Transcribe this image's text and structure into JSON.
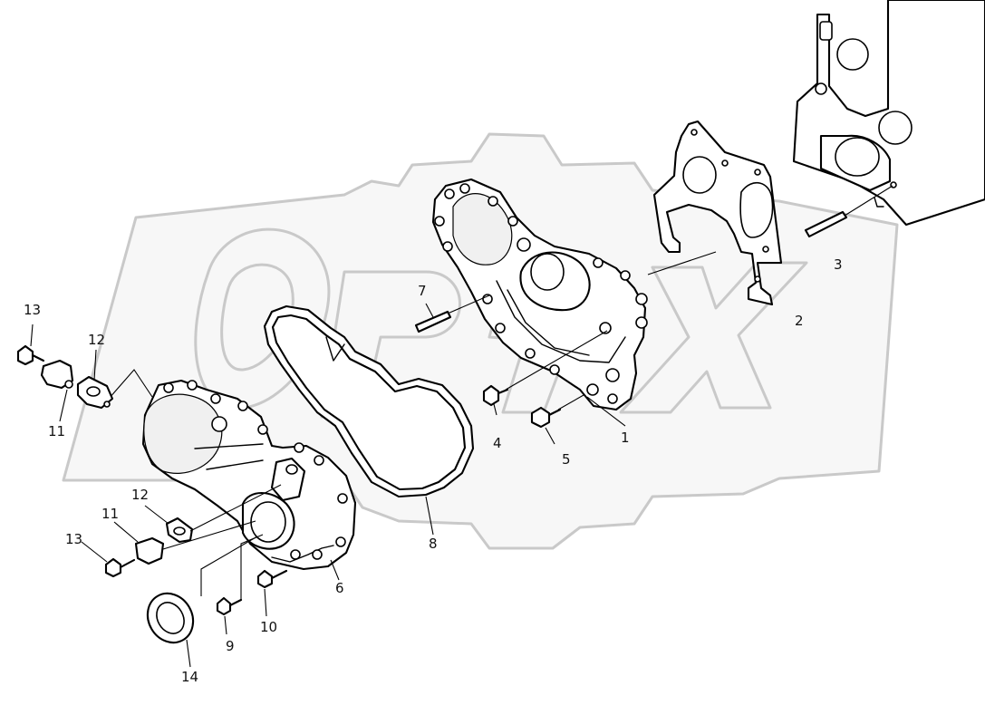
{
  "diagram": {
    "callouts": [
      {
        "id": "c1",
        "text": "1"
      },
      {
        "id": "c2",
        "text": "2"
      },
      {
        "id": "c3",
        "text": "3"
      },
      {
        "id": "c4",
        "text": "4"
      },
      {
        "id": "c5",
        "text": "5"
      },
      {
        "id": "c6",
        "text": "6"
      },
      {
        "id": "c7",
        "text": "7"
      },
      {
        "id": "c8",
        "text": "8"
      },
      {
        "id": "c9",
        "text": "9"
      },
      {
        "id": "c10",
        "text": "10"
      },
      {
        "id": "c11a",
        "text": "11"
      },
      {
        "id": "c11b",
        "text": "11"
      },
      {
        "id": "c12a",
        "text": "12"
      },
      {
        "id": "c12b",
        "text": "12"
      },
      {
        "id": "c13a",
        "text": "13"
      },
      {
        "id": "c13b",
        "text": "13"
      },
      {
        "id": "c14",
        "text": "14"
      }
    ]
  },
  "colors": {
    "line": "#000000",
    "watermark": "#c9c9c9",
    "background": "#ffffff"
  }
}
